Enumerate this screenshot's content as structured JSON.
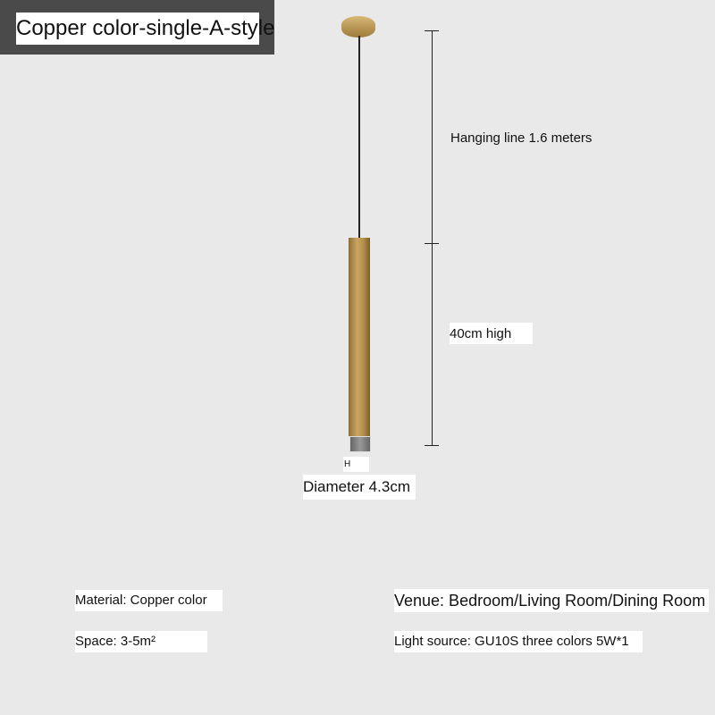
{
  "title": "Copper color-single-A-style",
  "dimensions": {
    "hanging_line": "Hanging line 1.6 meters",
    "height": "40cm high",
    "diameter": "Diameter 4.3cm",
    "marker": "H"
  },
  "specs": {
    "material": "Material: Copper color",
    "space": "Space: 3-5m²",
    "venue": "Venue: Bedroom/Living Room/Dining Room",
    "light_source": "Light source: GU10S three colors 5W*1"
  },
  "colors": {
    "background": "#e9e9e9",
    "brass": "#b8954e",
    "title_bar": "#4a4a4a"
  }
}
